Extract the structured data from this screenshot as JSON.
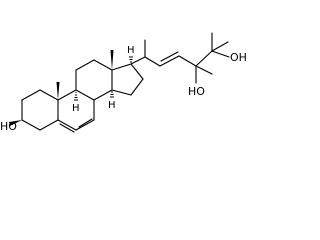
{
  "molecule": {
    "labels": {
      "oh_c3": "HO",
      "oh_c24": "HO",
      "oh_c25": "OH",
      "h_c9": "H",
      "h_c14": "H",
      "h_c17": "H"
    }
  }
}
